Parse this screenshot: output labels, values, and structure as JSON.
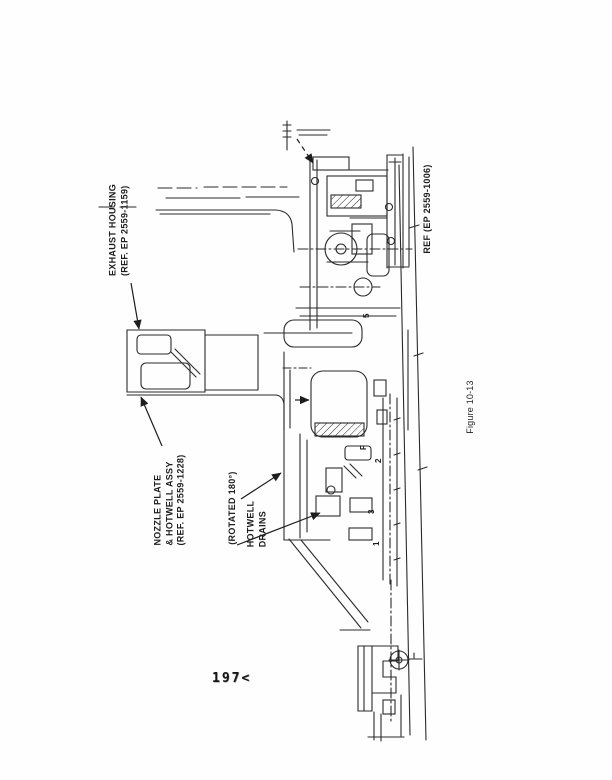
{
  "page": {
    "page_number": "197<",
    "background": "#fdfdfd",
    "ink_color": "#2a2a2a"
  },
  "figure": {
    "caption": "Figure 10-13",
    "labels": {
      "exhaust_housing": {
        "line1": "EXHAUST HOUSING",
        "line2": "(REF. EP 2559-1159)"
      },
      "nozzle_plate": {
        "line1": "NOZZLE PLATE",
        "line2": "& HOTWELL ASSY",
        "line3": "(REF. EP 2559-1228)"
      },
      "rotated": {
        "line1": "(ROTATED 180°)"
      },
      "hotwell_drains": {
        "line1": "HOTWELL",
        "line2": "DRAINS"
      },
      "reference": {
        "line1": "REF (EP 2559-1006)"
      }
    },
    "callouts": {
      "c5": "5",
      "c2": "2",
      "c3": "3",
      "c1": "1",
      "cf": "F"
    }
  }
}
